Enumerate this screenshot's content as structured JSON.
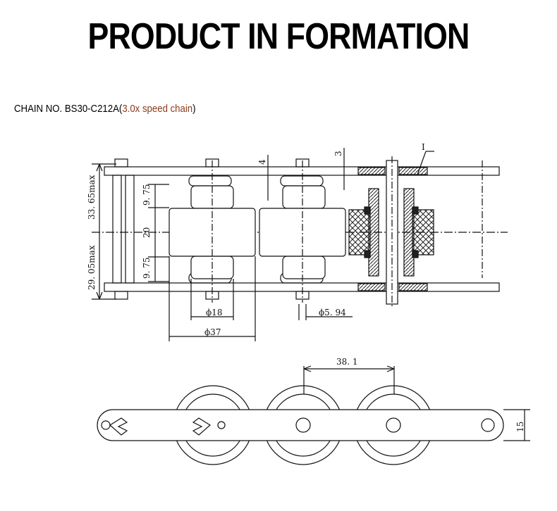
{
  "header": {
    "title": "PRODUCT IN FORMATION"
  },
  "chain_info": {
    "prefix": "CHAIN NO.  BS30-C212A(",
    "speed_note": "3.0x speed chain",
    "suffix": ")"
  },
  "dimensions": {
    "height_top": "33. 65max",
    "height_bottom": "29. 05max",
    "upper_gap": "9. 75",
    "center_width": "20",
    "lower_gap": "9. 75",
    "plate_thickness": "4",
    "bushing_thickness": "3",
    "detail_marker": "I",
    "small_roller_dia": "ϕ18",
    "large_roller_dia": "ϕ37",
    "pin_dia": "ϕ5. 94",
    "pitch": "38. 1",
    "plate_height": "15"
  },
  "colors": {
    "line": "#111111",
    "accent": "#8b3a1a",
    "hatch": "#222222"
  }
}
